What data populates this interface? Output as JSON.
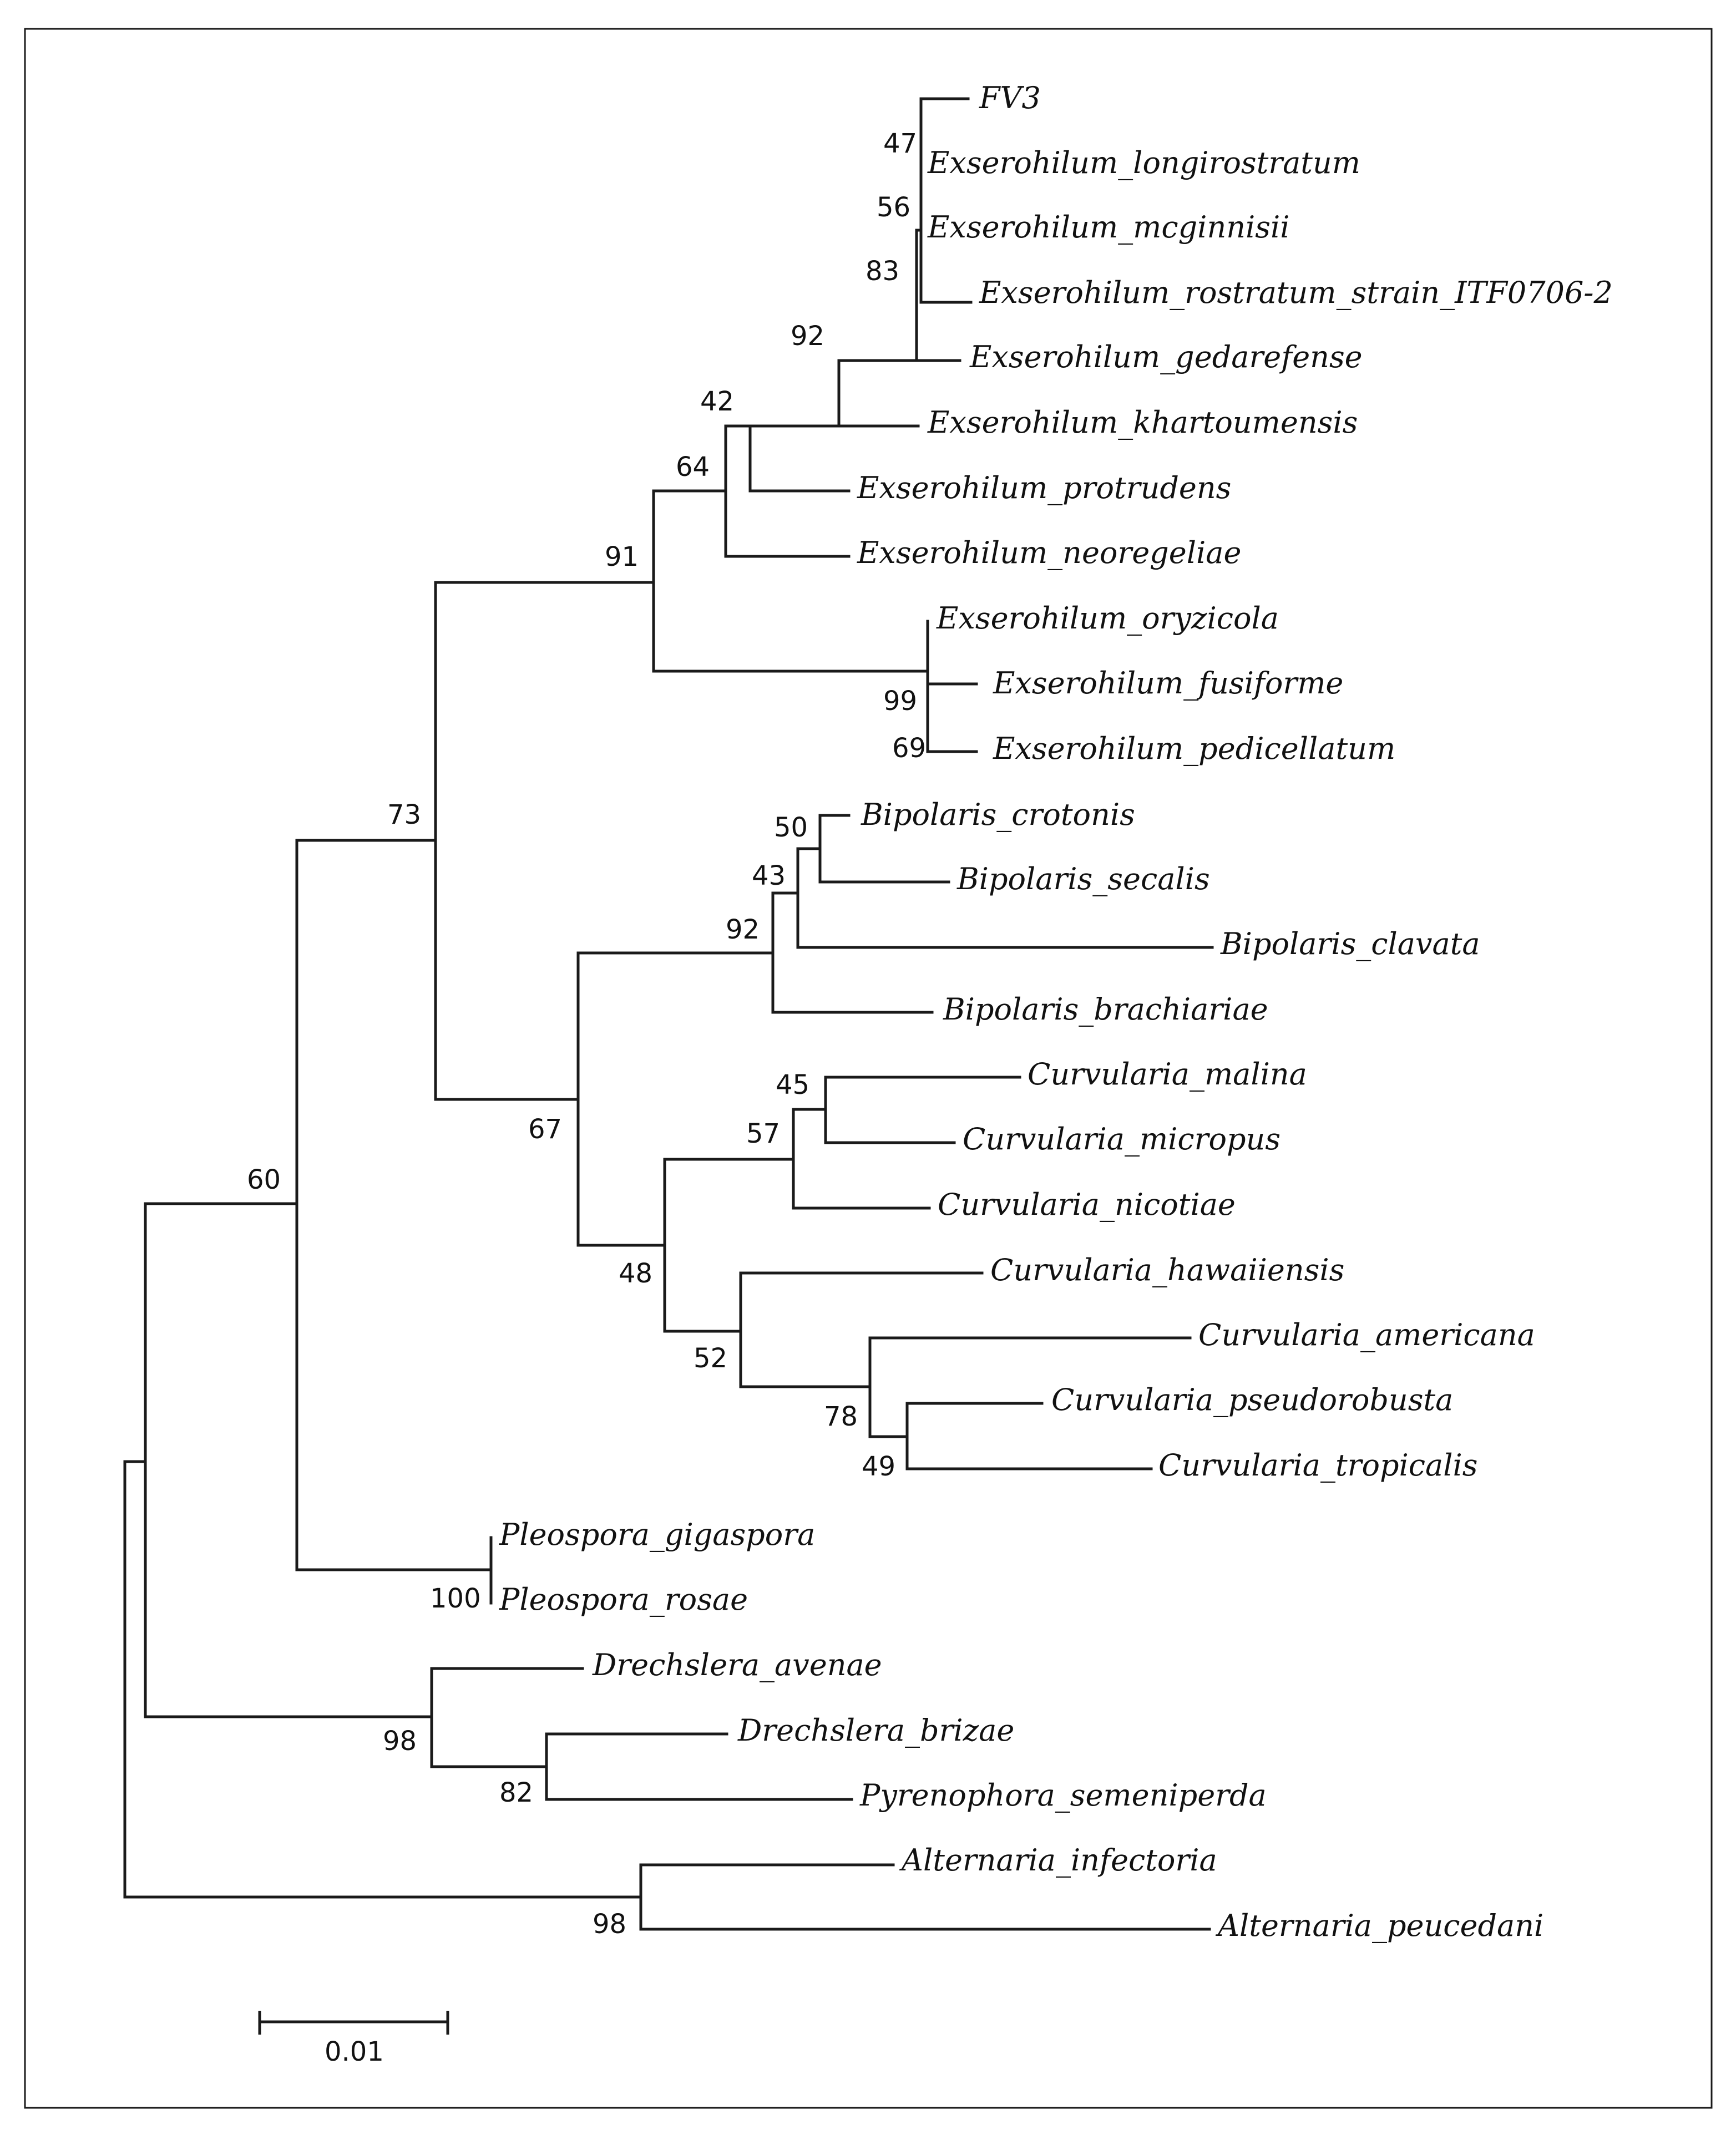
{
  "taxa": [
    "FV3",
    "Exserohilum_longirostratum",
    "Exserohilum_mcginnisii",
    "Exserohilum_rostratum_strain_ITF0706-2",
    "Exserohilum_gedarefense",
    "Exserohilum_khartoumensis",
    "Exserohilum_protrudens",
    "Exserohilum_neoregeliae",
    "Exserohilum_oryzicola",
    "Exserohilum_fusiforme",
    "Exserohilum_pedicellatum",
    "Bipolaris_crotonis",
    "Bipolaris_secalis",
    "Bipolaris_clavata",
    "Bipolaris_brachiariae",
    "Curvularia_malina",
    "Curvularia_micropus",
    "Curvularia_nicotiae",
    "Curvularia_hawaiiensis",
    "Curvularia_americana",
    "Curvularia_pseudorobusta",
    "Curvularia_tropicalis",
    "Pleospora_gigaspora",
    "Pleospora_rosae",
    "Drechslera_avenae",
    "Drechslera_brizae",
    "Pyrenophora_semeniperda",
    "Alternaria_infectoria",
    "Alternaria_peucedani"
  ],
  "bootstrap": [
    "47",
    "56",
    "83",
    "92",
    "42",
    "64",
    "91",
    "99",
    "69",
    "73",
    "50",
    "43",
    "92",
    "67",
    "45",
    "57",
    "48",
    "52",
    "78",
    "49",
    "60",
    "100",
    "98",
    "82",
    "98"
  ],
  "scale_bar": {
    "label": "0.01"
  }
}
